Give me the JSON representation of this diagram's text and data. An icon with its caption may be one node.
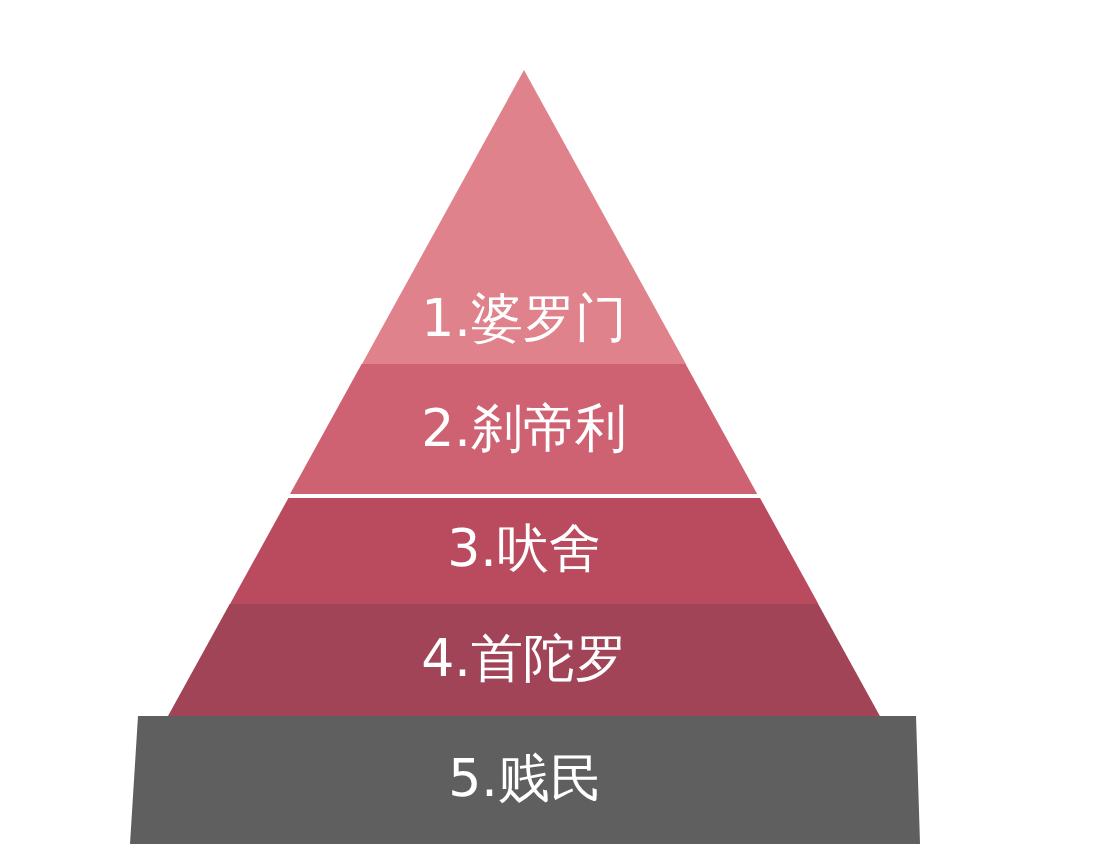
{
  "diagram": {
    "nodes": [
      {
        "text": [
          "1.婆罗门"
        ]
      },
      {
        "text": [
          "2.刹帝利"
        ]
      },
      {
        "text": [
          "3.吠舍"
        ]
      },
      {
        "text": [
          "4.首陀罗"
        ]
      },
      {
        "text": [
          "5.贱民"
        ]
      }
    ]
  }
}
